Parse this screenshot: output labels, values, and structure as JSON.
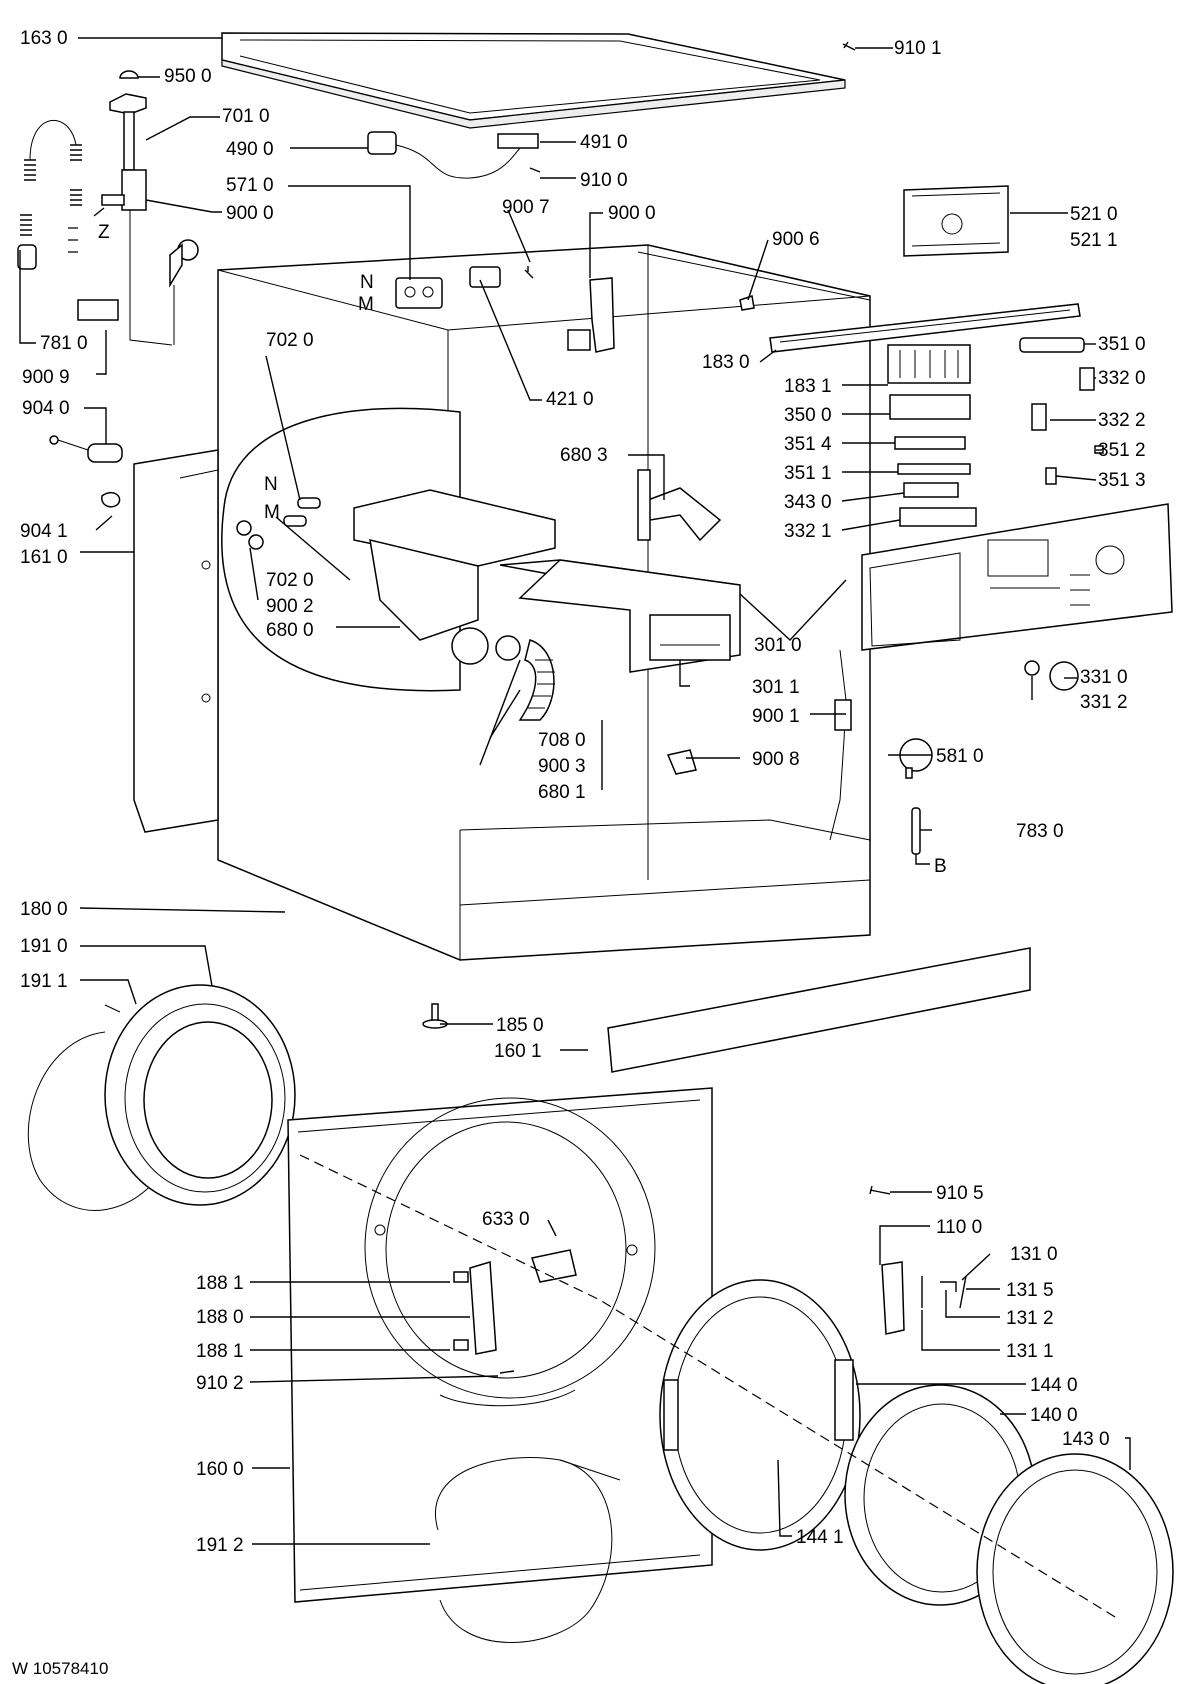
{
  "diagram": {
    "footer_code": "W 10578410",
    "labels": [
      {
        "id": "163-0",
        "text": "163 0"
      },
      {
        "id": "910-1",
        "text": "910 1"
      },
      {
        "id": "950-0",
        "text": "950 0"
      },
      {
        "id": "701-0",
        "text": "701 0"
      },
      {
        "id": "490-0",
        "text": "490 0"
      },
      {
        "id": "491-0",
        "text": "491 0"
      },
      {
        "id": "571-0",
        "text": "571 0"
      },
      {
        "id": "910-0",
        "text": "910 0"
      },
      {
        "id": "900-0-a",
        "text": "900 0"
      },
      {
        "id": "900-7",
        "text": "900 7"
      },
      {
        "id": "900-0-b",
        "text": "900 0"
      },
      {
        "id": "521-0",
        "text": "521 0"
      },
      {
        "id": "521-1",
        "text": "521 1"
      },
      {
        "id": "z",
        "text": "Z"
      },
      {
        "id": "900-6",
        "text": "900 6"
      },
      {
        "id": "n-1",
        "text": "N"
      },
      {
        "id": "m-1",
        "text": "M"
      },
      {
        "id": "781-0",
        "text": "781 0"
      },
      {
        "id": "900-9",
        "text": "900 9"
      },
      {
        "id": "702-0-a",
        "text": "702 0"
      },
      {
        "id": "421-0",
        "text": "421 0"
      },
      {
        "id": "183-0",
        "text": "183 0"
      },
      {
        "id": "351-0",
        "text": "351 0"
      },
      {
        "id": "332-0",
        "text": "332 0"
      },
      {
        "id": "183-1",
        "text": "183 1"
      },
      {
        "id": "904-0",
        "text": "904 0"
      },
      {
        "id": "350-0",
        "text": "350 0"
      },
      {
        "id": "332-2",
        "text": "332 2"
      },
      {
        "id": "351-4",
        "text": "351 4"
      },
      {
        "id": "351-2",
        "text": "351 2"
      },
      {
        "id": "680-3",
        "text": "680 3"
      },
      {
        "id": "351-1",
        "text": "351 1"
      },
      {
        "id": "351-3",
        "text": "351 3"
      },
      {
        "id": "n-2",
        "text": "N"
      },
      {
        "id": "343-0",
        "text": "343 0"
      },
      {
        "id": "m-2",
        "text": "M"
      },
      {
        "id": "904-1",
        "text": "904 1"
      },
      {
        "id": "332-1",
        "text": "332 1"
      },
      {
        "id": "161-0",
        "text": "161 0"
      },
      {
        "id": "702-0-b",
        "text": "702 0"
      },
      {
        "id": "900-2",
        "text": "900 2"
      },
      {
        "id": "680-0",
        "text": "680 0"
      },
      {
        "id": "301-0",
        "text": "301 0"
      },
      {
        "id": "301-1",
        "text": "301 1"
      },
      {
        "id": "331-0",
        "text": "331 0"
      },
      {
        "id": "331-2",
        "text": "331 2"
      },
      {
        "id": "900-1",
        "text": "900 1"
      },
      {
        "id": "708-0",
        "text": "708 0"
      },
      {
        "id": "581-0",
        "text": "581 0"
      },
      {
        "id": "900-8",
        "text": "900 8"
      },
      {
        "id": "900-3",
        "text": "900 3"
      },
      {
        "id": "680-1",
        "text": "680 1"
      },
      {
        "id": "783-0",
        "text": "783 0"
      },
      {
        "id": "b",
        "text": "B"
      },
      {
        "id": "180-0",
        "text": "180 0"
      },
      {
        "id": "191-0",
        "text": "191 0"
      },
      {
        "id": "191-1",
        "text": "191 1"
      },
      {
        "id": "185-0",
        "text": "185 0"
      },
      {
        "id": "160-1",
        "text": "160 1"
      },
      {
        "id": "910-5",
        "text": "910 5"
      },
      {
        "id": "633-0",
        "text": "633 0"
      },
      {
        "id": "110-0",
        "text": "110 0"
      },
      {
        "id": "131-0",
        "text": "131 0"
      },
      {
        "id": "188-1-a",
        "text": "188 1"
      },
      {
        "id": "131-5",
        "text": "131 5"
      },
      {
        "id": "188-0",
        "text": "188 0"
      },
      {
        "id": "131-2",
        "text": "131 2"
      },
      {
        "id": "188-1-b",
        "text": "188 1"
      },
      {
        "id": "131-1",
        "text": "131 1"
      },
      {
        "id": "910-2",
        "text": "910 2"
      },
      {
        "id": "144-0",
        "text": "144 0"
      },
      {
        "id": "140-0",
        "text": "140 0"
      },
      {
        "id": "143-0",
        "text": "143 0"
      },
      {
        "id": "160-0",
        "text": "160 0"
      },
      {
        "id": "191-2",
        "text": "191 2"
      },
      {
        "id": "144-1",
        "text": "144 1"
      }
    ]
  }
}
